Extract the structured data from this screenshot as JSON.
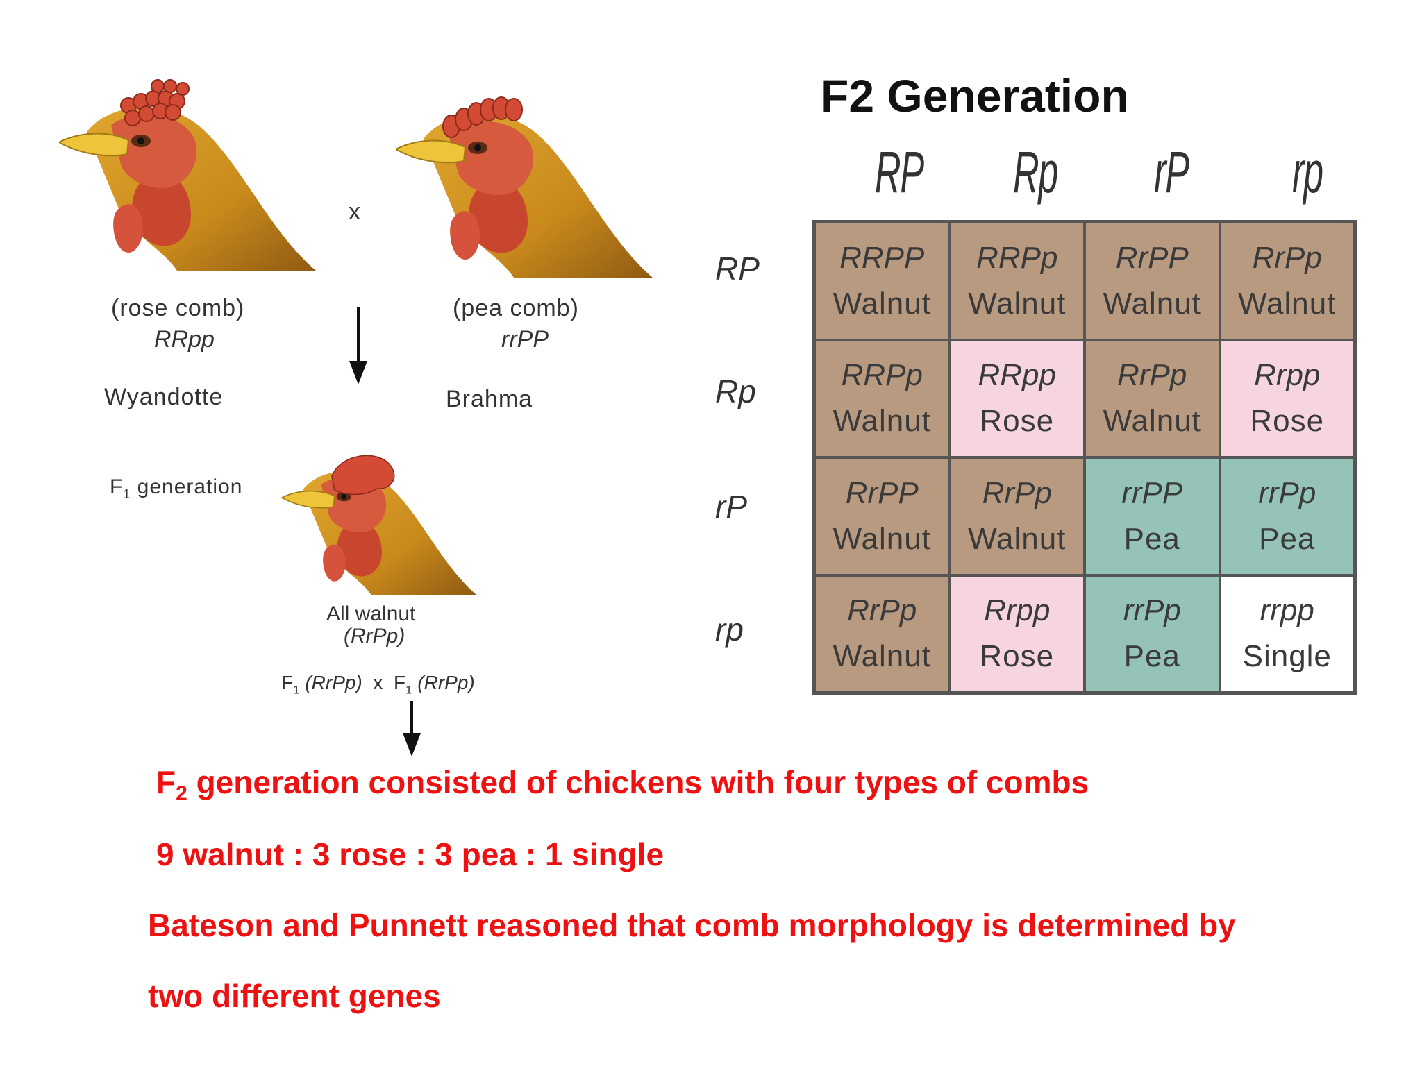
{
  "left": {
    "cross_symbol": "x",
    "parent1": {
      "comb": "(rose comb)",
      "genotype": "RRpp",
      "breed": "Wyandotte"
    },
    "parent2": {
      "comb": "(pea comb)",
      "genotype": "rrPP",
      "breed": "Brahma"
    },
    "f1": {
      "label_prefix": "F",
      "label_sub": "1",
      "label_suffix": " generation",
      "result": "All walnut",
      "genotype": "(RrPp)"
    },
    "cross_line": {
      "f": "F",
      "sub": "1",
      "g": "(RrPp)",
      "x": "x"
    }
  },
  "right": {
    "title": "F2 Generation",
    "col_headers": [
      "RP",
      "Rp",
      "rP",
      "rp"
    ],
    "row_headers": [
      "RP",
      "Rp",
      "rP",
      "rp"
    ],
    "colors": {
      "Walnut": "#b89a80",
      "Rose": "#f6d5df",
      "Pea": "#95c3b7",
      "Single": "#ffffff"
    },
    "cells": [
      [
        {
          "g": "RRPP",
          "p": "Walnut"
        },
        {
          "g": "RRPp",
          "p": "Walnut"
        },
        {
          "g": "RrPP",
          "p": "Walnut"
        },
        {
          "g": "RrPp",
          "p": "Walnut"
        }
      ],
      [
        {
          "g": "RRPp",
          "p": "Walnut"
        },
        {
          "g": "RRpp",
          "p": "Rose"
        },
        {
          "g": "RrPp",
          "p": "Walnut"
        },
        {
          "g": "Rrpp",
          "p": "Rose"
        }
      ],
      [
        {
          "g": "RrPP",
          "p": "Walnut"
        },
        {
          "g": "RrPp",
          "p": "Walnut"
        },
        {
          "g": "rrPP",
          "p": "Pea"
        },
        {
          "g": "rrPp",
          "p": "Pea"
        }
      ],
      [
        {
          "g": "RrPp",
          "p": "Walnut"
        },
        {
          "g": "Rrpp",
          "p": "Rose"
        },
        {
          "g": "rrPp",
          "p": "Pea"
        },
        {
          "g": "rrpp",
          "p": "Single"
        }
      ]
    ]
  },
  "bottom": {
    "line1_prefix": "F",
    "line1_sub": "2",
    "line1_rest": " generation consisted of chickens with four types of combs",
    "line2": "9 walnut : 3 rose : 3 pea : 1 single",
    "line3": "Bateson and Punnett reasoned that comb morphology is determined by",
    "line4": "two different genes"
  }
}
